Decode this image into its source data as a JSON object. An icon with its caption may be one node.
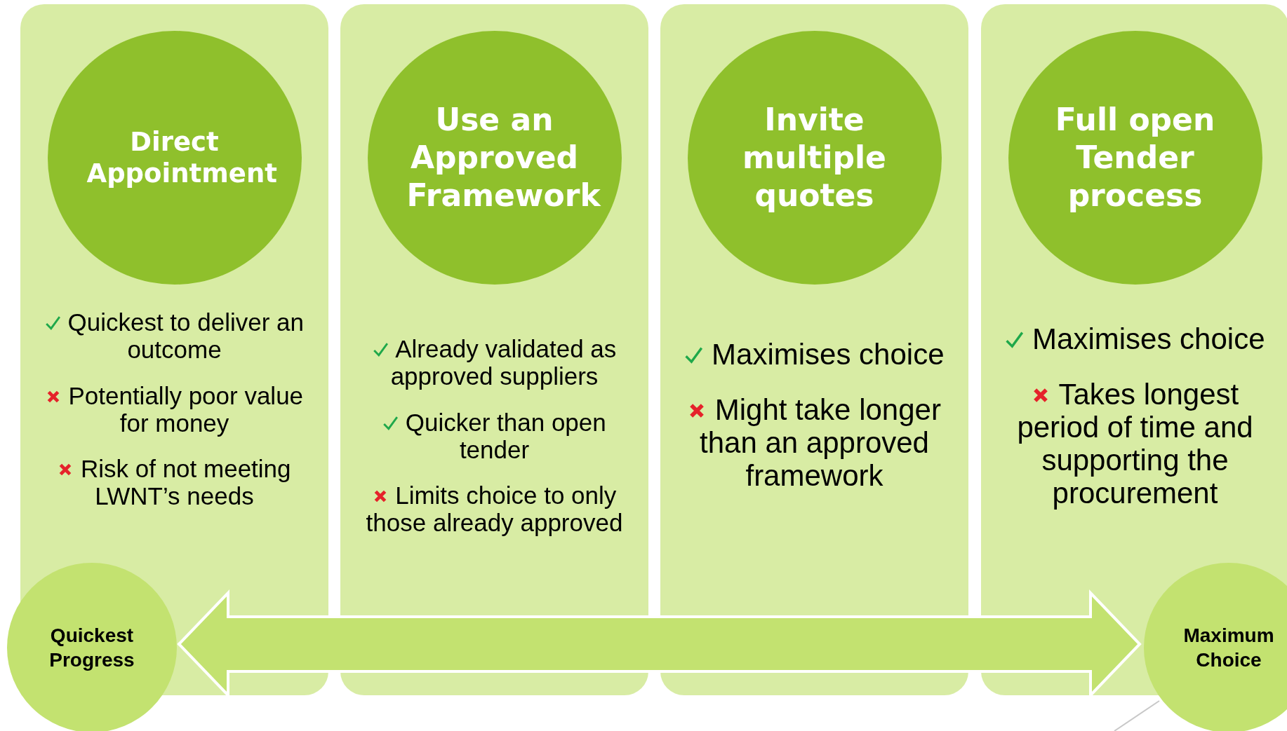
{
  "diagram": {
    "nodes": [
      {
        "text": [
          "Quickest to deliver an outcome",
          "Potentially poor value for money",
          "Risk of not meeting LWNT’s needs"
        ]
      },
      {
        "text": [
          "Direct Appointment"
        ],
        "in": 0
      },
      {
        "text": [
          "Already validated as approved suppliers",
          "Quicker than open tender",
          "Limits choice to only those already approved"
        ]
      },
      {
        "text": [
          "Use an Approved Framework"
        ],
        "in": 2
      },
      {
        "text": [
          "Maximises choice",
          "Might take longer than an approved framework"
        ]
      },
      {
        "text": [
          "Invite multiple quotes"
        ],
        "in": 4
      },
      {
        "text": [
          "Maximises choice",
          "Takes longest period of time and supporting the procurement"
        ]
      },
      {
        "text": [
          "Full open Tender process"
        ],
        "in": 6
      },
      {
        "text": [
          "Quickest Progress"
        ]
      },
      {
        "text": [
          "Maximum Choice"
        ]
      }
    ],
    "edges": [
      {
        "from": 8,
        "to": 9,
        "arrow": "both"
      }
    ]
  }
}
